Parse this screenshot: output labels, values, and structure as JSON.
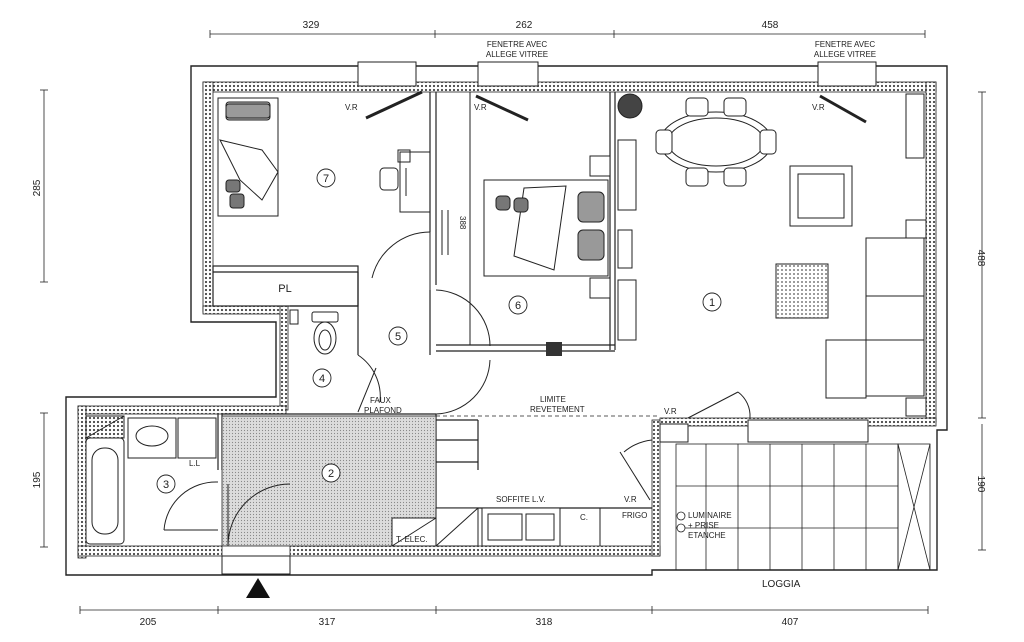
{
  "dimensions": {
    "top": [
      "329",
      "262",
      "458"
    ],
    "bottom": [
      "205",
      "317",
      "318",
      "407"
    ],
    "left": [
      "285",
      "195"
    ],
    "right": [
      "488",
      "190"
    ],
    "interior": "388"
  },
  "windows": {
    "top_center": [
      "FENETRE AVEC",
      "ALLEGE VITREE"
    ],
    "top_right": [
      "FENETRE AVEC",
      "ALLEGE VITREE"
    ]
  },
  "labels": {
    "vr": "V.R",
    "pl": "PL",
    "ll": "L.L",
    "faux_plafond": [
      "FAUX",
      "PLAFOND"
    ],
    "limite_revetement": [
      "LIMITE",
      "REVETEMENT"
    ],
    "soffite": "SOFFITE L.V.",
    "t_elec": "T. ELEC.",
    "c": "C.",
    "frigo": "FRIGO",
    "luminaire": [
      "LUMINAIRE",
      "+ PRISE",
      "ETANCHE"
    ],
    "loggia": "LOGGIA"
  },
  "rooms": {
    "r1": "1",
    "r2": "2",
    "r3": "3",
    "r4": "4",
    "r5": "5",
    "r6": "6",
    "r7": "7"
  },
  "colors": {
    "line": "#222222",
    "wall_fill": "#6b6b6b",
    "entry_fill": "#cfcfcf",
    "hatch": "#9a9a9a"
  }
}
